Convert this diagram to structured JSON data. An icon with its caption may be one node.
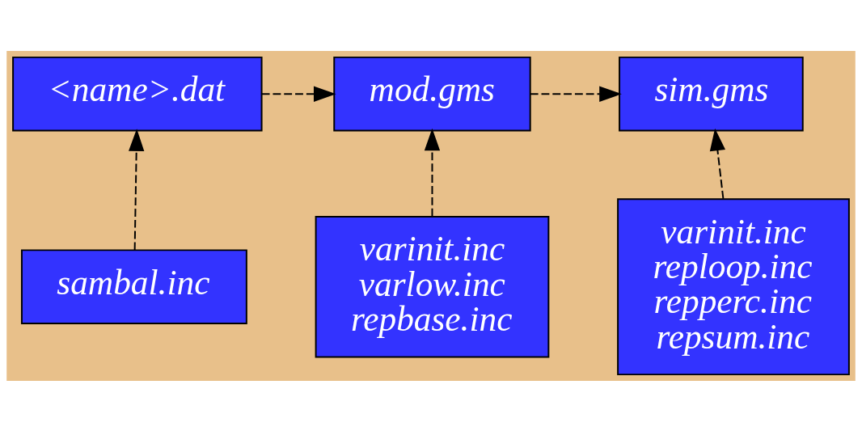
{
  "diagram": {
    "nodes": [
      {
        "text": [
          "mod.gms"
        ]
      },
      {
        "text": [
          "sim.gms"
        ]
      },
      {
        "text": [
          "<name>.dat"
        ]
      },
      {
        "text": [
          "varinit.inc",
          "varlow.inc",
          "repbase.inc"
        ]
      },
      {
        "text": [
          "sambal.inc"
        ]
      },
      {
        "text": [
          "varinit.inc",
          "reploop.inc",
          "repperc.inc",
          "repsum.inc"
        ]
      }
    ],
    "edges": [
      {
        "from": 2,
        "to": 0,
        "arrow": "to",
        "style": "dashed"
      },
      {
        "from": 0,
        "to": 1,
        "arrow": "to",
        "style": "dashed"
      },
      {
        "from": 3,
        "to": 0,
        "arrow": "to",
        "style": "dashed"
      },
      {
        "from": 4,
        "to": 2,
        "arrow": "to",
        "style": "dashed"
      },
      {
        "from": 5,
        "to": 1,
        "arrow": "to",
        "style": "dashed"
      }
    ]
  }
}
